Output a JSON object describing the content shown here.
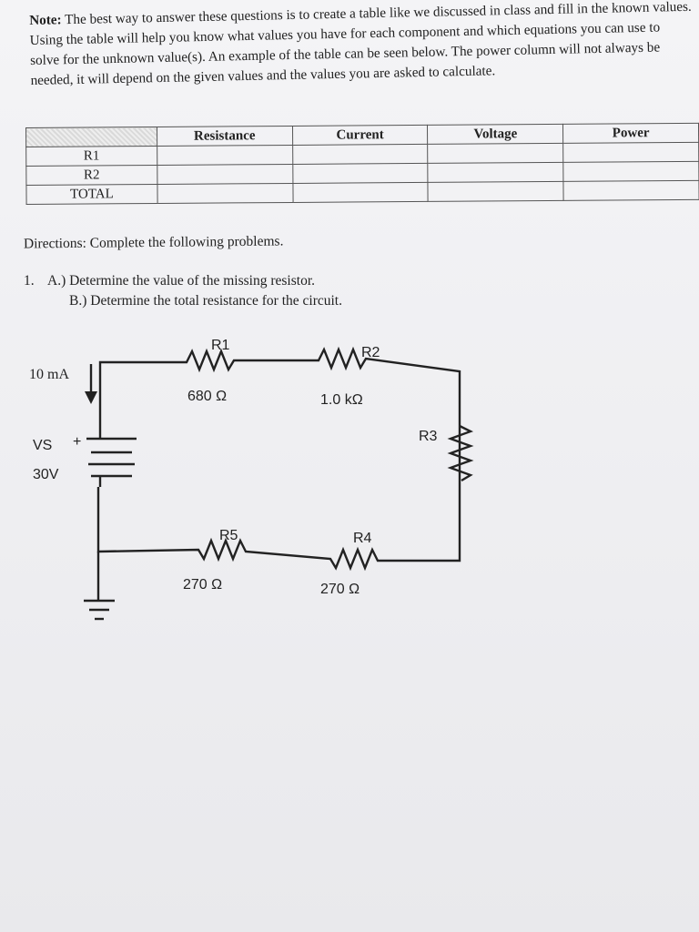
{
  "note": {
    "label": "Note:",
    "text": "The best way to answer these questions is to create a table like we discussed in class and fill in the known values. Using the table will help you know what values you have for each component and which equations you can use to solve for the unknown value(s). An example of the table can be seen below. The power column will not always be needed, it will depend on the given values and the values you are asked to calculate."
  },
  "table": {
    "headers": [
      "",
      "Resistance",
      "Current",
      "Voltage",
      "Power"
    ],
    "rows": [
      {
        "label": "R1"
      },
      {
        "label": "R2"
      },
      {
        "label": "TOTAL"
      }
    ]
  },
  "directions": "Directions: Complete the following problems.",
  "problem": {
    "number": "1.",
    "a": "A.) Determine the value of the missing resistor.",
    "b": "B.) Determine the total resistance for the circuit."
  },
  "circuit": {
    "current_label": "10 mA",
    "source_name": "VS",
    "source_value": "30V",
    "plus": "+",
    "r1_name": "R1",
    "r1_value": "680 Ω",
    "r2_name": "R2",
    "r2_value": "1.0 kΩ",
    "r3_name": "R3",
    "r4_name": "R4",
    "r4_value": "270 Ω",
    "r5_name": "R5",
    "r5_value": "270 Ω"
  }
}
